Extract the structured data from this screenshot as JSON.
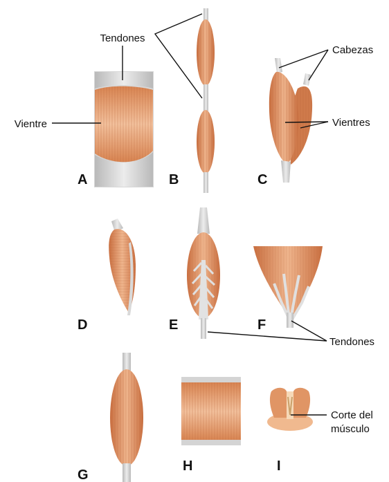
{
  "labels": {
    "tendones_top": "Tendones",
    "vientre": "Vientre",
    "cabezas": "Cabezas",
    "vientres": "Vientres",
    "tendones_bottom": "Tendones",
    "corte_line1": "Corte del",
    "corte_line2": "músculo"
  },
  "letters": [
    "A",
    "B",
    "C",
    "D",
    "E",
    "F",
    "G",
    "H",
    "I"
  ],
  "colors": {
    "muscle": "#de9061",
    "muscle_light": "#f0b892",
    "muscle_dark": "#c46c3e",
    "tendon": "#c8c8c8",
    "tendon_light": "#e4e4e4",
    "line": "#111111"
  }
}
